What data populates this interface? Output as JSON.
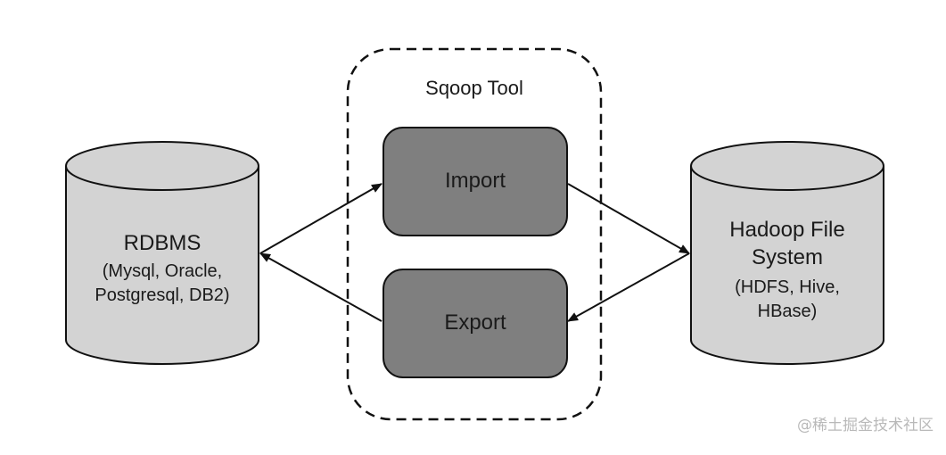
{
  "diagram": {
    "tool_container": {
      "title": "Sqoop Tool"
    },
    "processes": {
      "import": {
        "label": "Import"
      },
      "export": {
        "label": "Export"
      }
    },
    "databases": {
      "rdbms": {
        "title": "RDBMS",
        "details": [
          "(Mysql, Oracle,",
          "Postgresql, DB2)"
        ]
      },
      "hadoop": {
        "title": [
          "Hadoop File",
          "System"
        ],
        "details": [
          "(HDFS, Hive,",
          "HBase)"
        ]
      }
    },
    "colors": {
      "cylinder_fill": "#d3d3d3",
      "box_fill": "#7f7f7f",
      "stroke": "#111111"
    }
  },
  "watermark": "@稀土掘金技术社区"
}
